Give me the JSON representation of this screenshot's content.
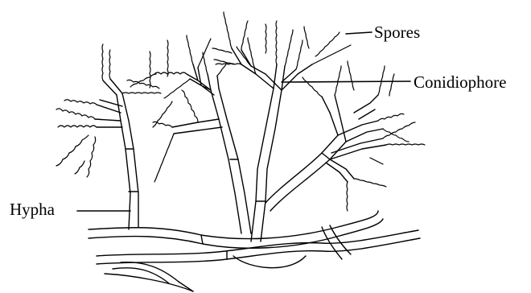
{
  "labels": {
    "spores": "Spores",
    "conidiophore": "Conidiophore",
    "hypha": "Hypha"
  },
  "colors": {
    "ink": "#000000",
    "background": "#ffffff"
  }
}
